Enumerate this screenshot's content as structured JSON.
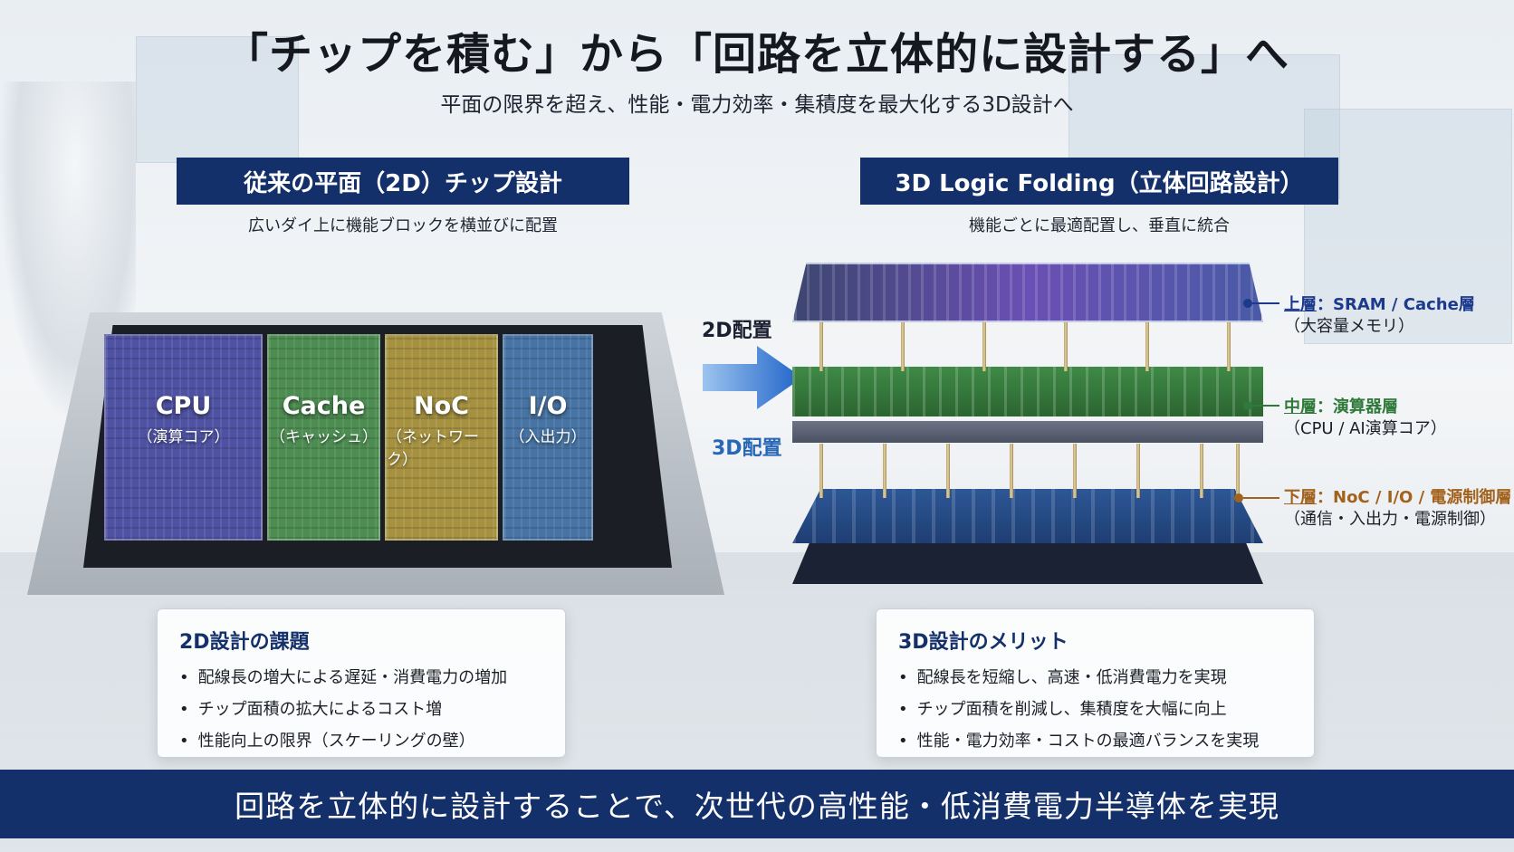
{
  "title": "「チップを積む」から「回路を立体的に設計する」へ",
  "subtitle": "平面の限界を超え、性能・電力効率・集積度を最大化する3D設計へ",
  "left": {
    "header": "従来の平面（2D）チップ設計",
    "caption": "広いダイ上に機能ブロックを横並びに配置",
    "blocks": [
      {
        "name": "CPU",
        "sub": "（演算コア）"
      },
      {
        "name": "Cache",
        "sub": "（キャッシュ）"
      },
      {
        "name": "NoC",
        "sub": "（ネットワーク）"
      },
      {
        "name": "I/O",
        "sub": "（入出力）"
      }
    ],
    "box": {
      "title": "2D設計の課題",
      "items": [
        "配線長の増大による遅延・消費電力の増加",
        "チップ面積の拡大によるコスト増",
        "性能向上の限界（スケーリングの壁）"
      ]
    }
  },
  "arrow": {
    "top_label": "2D配置",
    "bottom_label": "3D配置",
    "color": "#2a6fd0"
  },
  "right": {
    "header": "3D Logic Folding（立体回路設計）",
    "caption": "機能ごとに最適配置し、垂直に統合",
    "layers": [
      {
        "tag": "上層",
        "title": "SRAM / Cache層",
        "sub": "（大容量メモリ）",
        "color": "#1c3a8c"
      },
      {
        "tag": "中層",
        "title": "演算器層",
        "sub": "（CPU / AI演算コア）",
        "color": "#2f7a3a"
      },
      {
        "tag": "下層",
        "title": "NoC / I/O / 電源制御層",
        "sub": "（通信・入出力・電源制御）",
        "color": "#a2611c"
      }
    ],
    "box": {
      "title": "3D設計のメリット",
      "items": [
        "配線長を短縮し、高速・低消費電力を実現",
        "チップ面積を削減し、集積度を大幅に向上",
        "性能・電力効率・コストの最適バランスを実現"
      ]
    }
  },
  "footer": "回路を立体的に設計することで、次世代の高性能・低消費電力半導体を実現",
  "colors": {
    "navy": "#14306b",
    "cpu": "#4f52a3",
    "cache": "#4d8d52",
    "noc": "#a5913f",
    "io": "#4774a4"
  }
}
